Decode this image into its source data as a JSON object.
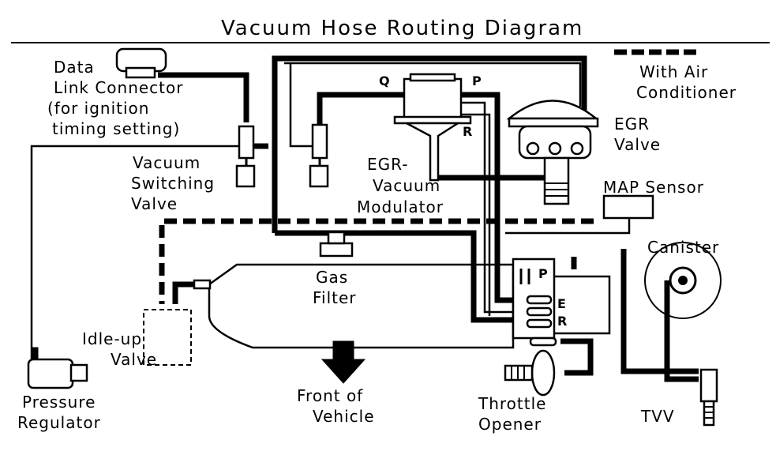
{
  "title": "Vacuum Hose Routing Diagram",
  "labels": {
    "data_link_connector": [
      "Data",
      "Link Connector",
      "(for ignition",
      "timing setting)"
    ],
    "vacuum_switching_valve": [
      "Vacuum",
      "Switching",
      "Valve"
    ],
    "egr_vacuum_modulator": [
      "EGR-",
      "Vacuum",
      "Modulator"
    ],
    "egr_valve": [
      "EGR",
      "Valve"
    ],
    "with_air_conditioner": [
      "With Air",
      "Conditioner"
    ],
    "map_sensor": "MAP Sensor",
    "canister": "Canister",
    "gas_filter": [
      "Gas",
      "Filter"
    ],
    "idle_up_valve": [
      "Idle-up",
      "Valve"
    ],
    "pressure_regulator": [
      "Pressure",
      "Regulator"
    ],
    "front_of_vehicle": [
      "Front of",
      "Vehicle"
    ],
    "throttle_opener": [
      "Throttle",
      "Opener"
    ],
    "tvv": "TVV"
  },
  "ports": {
    "modulator_q": "Q",
    "modulator_p": "P",
    "modulator_r": "R",
    "throttle_body_p": "P",
    "throttle_body_e": "E",
    "throttle_body_r": "R"
  }
}
